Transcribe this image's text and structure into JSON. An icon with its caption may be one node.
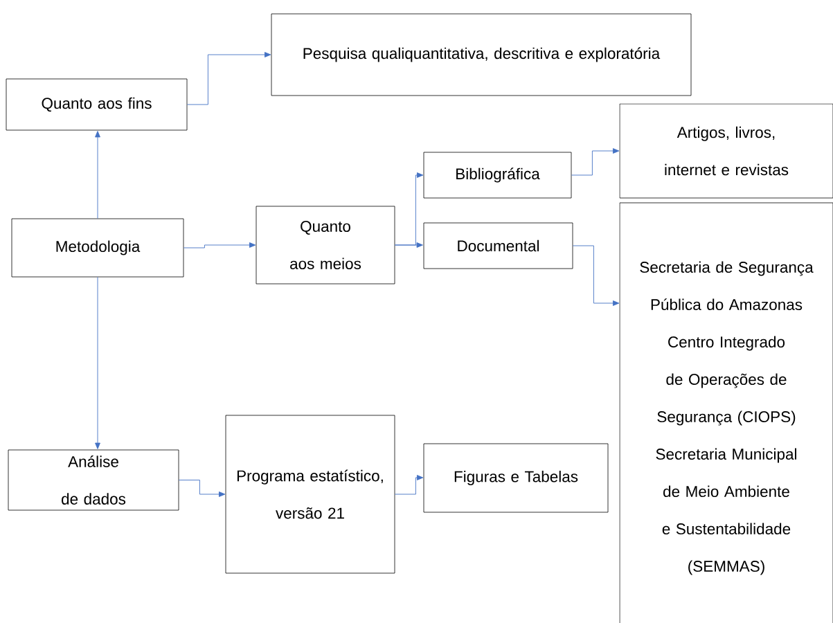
{
  "diagram": {
    "nodes": [
      {
        "text": [
          "Pesquisa qualiquantitativa, descritiva e exploratória"
        ]
      },
      {
        "text": [
          "Quanto aos fins"
        ]
      },
      {
        "text": [
          "Artigos, livros, internet e revistas"
        ]
      },
      {
        "text": [
          "Bibliográfica"
        ]
      },
      {
        "text": [
          "Metodologia"
        ]
      },
      {
        "text": [
          "Quanto aos meios"
        ]
      },
      {
        "text": [
          "Documental"
        ]
      },
      {
        "text": [
          "Secretaria de Segurança Pública do Amazonas",
          "Centro Integrado de Operações de Segurança (CIOPS)",
          "Secretaria Municipal de Meio Ambiente e Sustentabilidade (SEMMAS)"
        ]
      },
      {
        "text": [
          "Análise de dados"
        ]
      },
      {
        "text": [
          "Programa estatístico, versão 21"
        ]
      },
      {
        "text": [
          "Figuras e Tabelas"
        ]
      }
    ],
    "edges": [
      {
        "from": 1,
        "to": 0,
        "arrow": "to"
      },
      {
        "from": 4,
        "to": 1,
        "arrow": "to"
      },
      {
        "from": 4,
        "to": 8,
        "arrow": "to"
      },
      {
        "from": 4,
        "to": 5,
        "arrow": "to"
      },
      {
        "from": 5,
        "to": 3,
        "arrow": "to"
      },
      {
        "from": 5,
        "to": 6,
        "arrow": "to"
      },
      {
        "from": 3,
        "to": 2,
        "arrow": "to"
      },
      {
        "from": 6,
        "to": 7,
        "arrow": "to"
      },
      {
        "from": 8,
        "to": 9,
        "arrow": "to"
      },
      {
        "from": 9,
        "to": 10,
        "arrow": "to"
      }
    ]
  }
}
